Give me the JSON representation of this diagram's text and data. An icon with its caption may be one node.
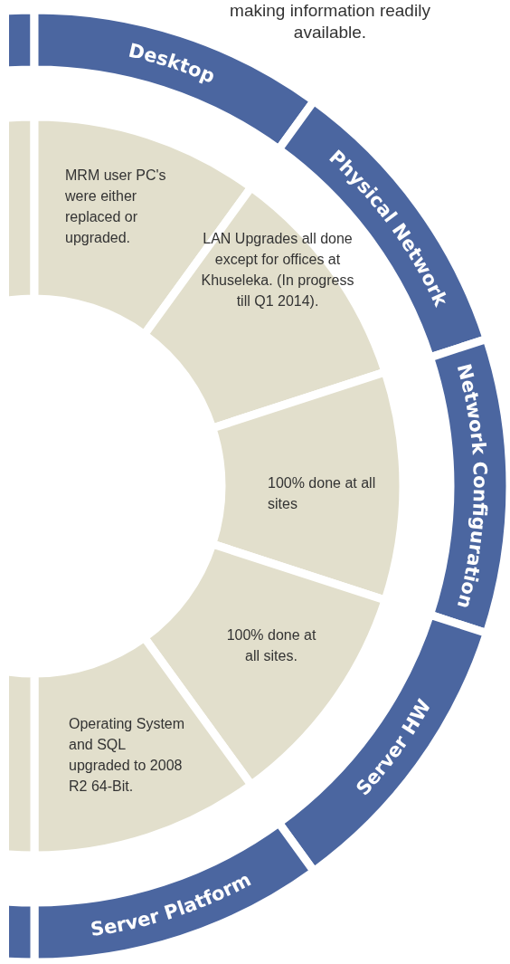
{
  "diagram": {
    "nodes": [
      {
        "text": [],
        "shape": "box"
      },
      {
        "text": [
          "Desktop"
        ]
      },
      {
        "text": [
          "Physical Network"
        ]
      },
      {
        "text": [
          "Network Configuration"
        ]
      },
      {
        "text": [
          "Server HW"
        ]
      },
      {
        "text": [
          "Server Platform"
        ]
      },
      {
        "text": [],
        "shape": "box"
      },
      {
        "text": [],
        "shape": "box"
      },
      {
        "text": [
          "MRM user PC's were either replaced or upgraded."
        ]
      },
      {
        "text": [
          "LAN Upgrades all done except for offices at Khuseleka. (In progress till Q1 2014)."
        ]
      },
      {
        "text": [
          "100% done at all sites"
        ]
      },
      {
        "text": [
          "100% done at all sites."
        ]
      },
      {
        "text": [
          "Operating System and SQL upgraded to 2008 R2 64-Bit."
        ]
      },
      {
        "text": [],
        "shape": "box"
      }
    ],
    "edges": [],
    "labels": [
      "making information readily available."
    ]
  }
}
